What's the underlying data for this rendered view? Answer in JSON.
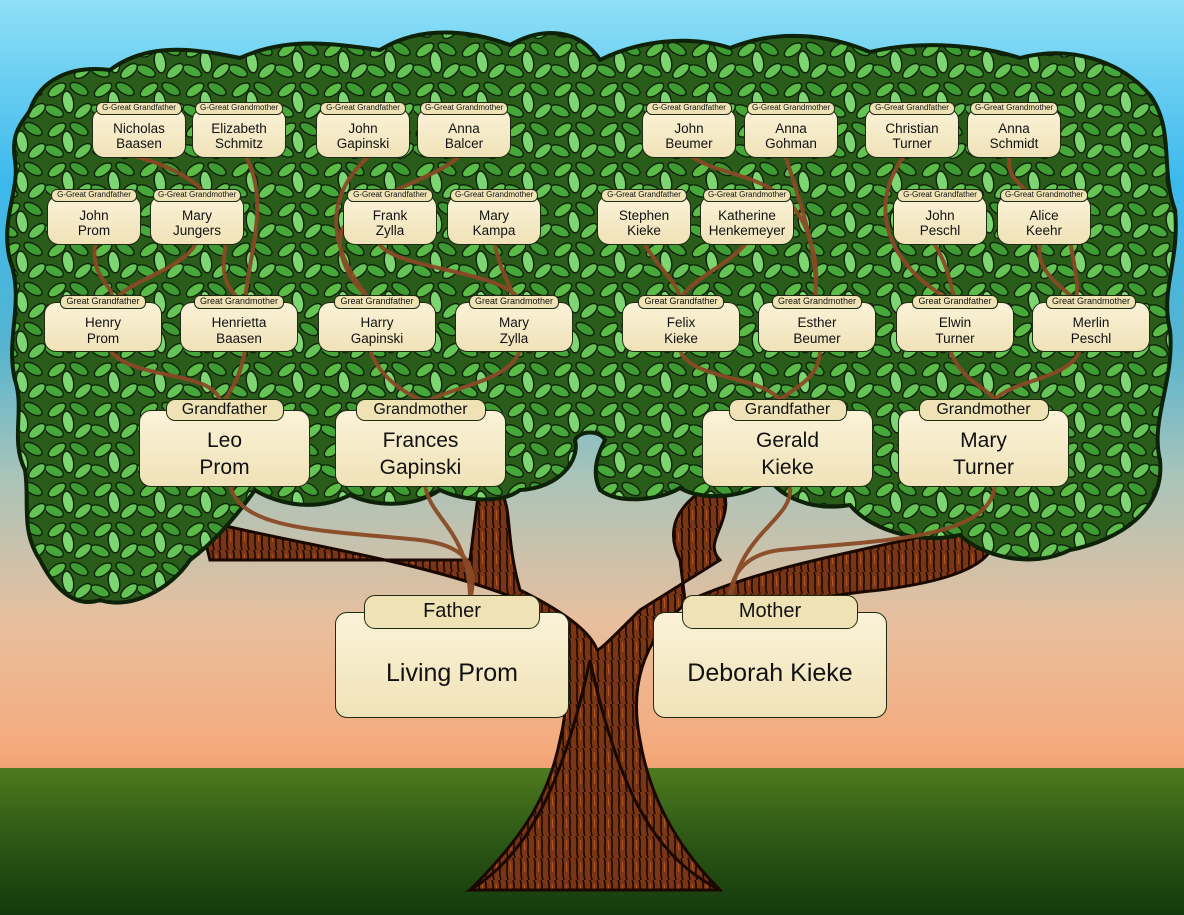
{
  "parents": {
    "father": {
      "role": "Father",
      "first": "Living Prom",
      "last": ""
    },
    "mother": {
      "role": "Mother",
      "first": "Deborah Kieke",
      "last": ""
    }
  },
  "grandparents": [
    {
      "role": "Grandfather",
      "first": "Leo",
      "last": "Prom"
    },
    {
      "role": "Grandmother",
      "first": "Frances",
      "last": "Gapinski"
    },
    {
      "role": "Grandfather",
      "first": "Gerald",
      "last": "Kieke"
    },
    {
      "role": "Grandmother",
      "first": "Mary",
      "last": "Turner"
    }
  ],
  "great_grandparents": [
    {
      "role": "Great Grandfather",
      "first": "Henry",
      "last": "Prom"
    },
    {
      "role": "Great Grandmother",
      "first": "Henrietta",
      "last": "Baasen"
    },
    {
      "role": "Great Grandfather",
      "first": "Harry",
      "last": "Gapinski"
    },
    {
      "role": "Great Grandmother",
      "first": "Mary",
      "last": "Zylla"
    },
    {
      "role": "Great Grandfather",
      "first": "Felix",
      "last": "Kieke"
    },
    {
      "role": "Great Grandmother",
      "first": "Esther",
      "last": "Beumer"
    },
    {
      "role": "Great Grandfather",
      "first": "Elwin",
      "last": "Turner"
    },
    {
      "role": "Great Grandmother",
      "first": "Merlin",
      "last": "Peschl"
    }
  ],
  "gg_grandparents": [
    {
      "role": "G-Great Grandfather",
      "first": "John",
      "last": "Prom"
    },
    {
      "role": "G-Great Grandmother",
      "first": "Mary",
      "last": "Jungers"
    },
    {
      "role": "G-Great Grandfather",
      "first": "Nicholas",
      "last": "Baasen"
    },
    {
      "role": "G-Great Grandmother",
      "first": "Elizabeth",
      "last": "Schmitz"
    },
    {
      "role": "G-Great Grandfather",
      "first": "John",
      "last": "Gapinski"
    },
    {
      "role": "G-Great Grandmother",
      "first": "Anna",
      "last": "Balcer"
    },
    {
      "role": "G-Great Grandfather",
      "first": "Frank",
      "last": "Zylla"
    },
    {
      "role": "G-Great Grandmother",
      "first": "Mary",
      "last": "Kampa"
    },
    {
      "role": "G-Great Grandfather",
      "first": "Stephen",
      "last": "Kieke"
    },
    {
      "role": "G-Great Grandmother",
      "first": "Katherine",
      "last": "Henkemeyer"
    },
    {
      "role": "G-Great Grandfather",
      "first": "John",
      "last": "Beumer"
    },
    {
      "role": "G-Great Grandmother",
      "first": "Anna",
      "last": "Gohman"
    },
    {
      "role": "G-Great Grandfather",
      "first": "John",
      "last": "Peschl"
    },
    {
      "role": "G-Great Grandmother",
      "first": "Alice",
      "last": "Keehr"
    },
    {
      "role": "G-Great Grandfather",
      "first": "Christian",
      "last": "Turner"
    },
    {
      "role": "G-Great Grandmother",
      "first": "Anna",
      "last": "Schmidt"
    }
  ],
  "colors": {
    "leaf": "#4fa83a",
    "leaf_light": "#7ed672",
    "trunk": "#6b2e12",
    "card": "#f6ebc8",
    "vine": "#8a4a26"
  }
}
